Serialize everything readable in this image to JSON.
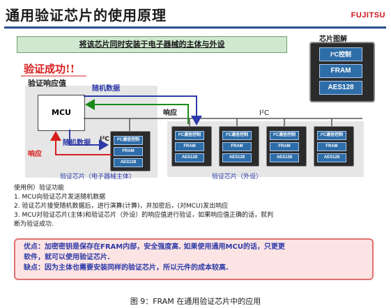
{
  "header": {
    "title": "通用验证芯片的使用原理",
    "logo": "FUJITSU",
    "banner": "将该芯片同时安装于电子器械的主体与外设"
  },
  "chip_explain": {
    "title": "芯片图解",
    "i2c_ctrl": "I²C控制",
    "fram": "FRAM",
    "aes": "AES128"
  },
  "diagram": {
    "success": "验证成功!!",
    "response_value": "验证响应值",
    "random_data_top": "随机数据",
    "response_top": "响应",
    "mcu": "MCU",
    "random_data_left": "随机数据",
    "response_left": "响应",
    "i2c": "I²C",
    "i2c_small": "I²C",
    "small_ctrl": "I²C通信控制",
    "small_fram": "FRAM",
    "small_aes": "AES128",
    "caption_host": "验证芯片（电子器械主体）",
    "caption_periph": "验证芯片（外设）"
  },
  "usage": {
    "heading": "使用例）验证功能",
    "steps": [
      "1.   MCU向验证芯片发送随机数据",
      "2.   验证芯片接受随机数据后，进行演算(计算)，并加密后，(对MCU)发出响应",
      "3.   MCU对验证芯片(主体)和验证芯片（外设）的响应值进行验证，如果响应值正确的话，就判",
      "      断为验证成功."
    ]
  },
  "pros_cons": {
    "pro_line1": "优点：加密密钥是保存在FRAM内部，安全强度高. 如果使用通用MCU的话，只更更",
    "pro_line2": "         软件，就可以使用验证芯片.",
    "con": "缺点：因为主体也需要安装同样的验证芯片，所以元件的成本较高."
  },
  "figure_caption": "图 9：FRAM 在通用验证芯片中的应用",
  "colors": {
    "accent_blue": "#2c3aa8",
    "accent_red": "#d81c1c",
    "chip_box": "#2e6da8",
    "banner_bg": "#cfe8cf",
    "pros_bg": "#fde4e4"
  }
}
